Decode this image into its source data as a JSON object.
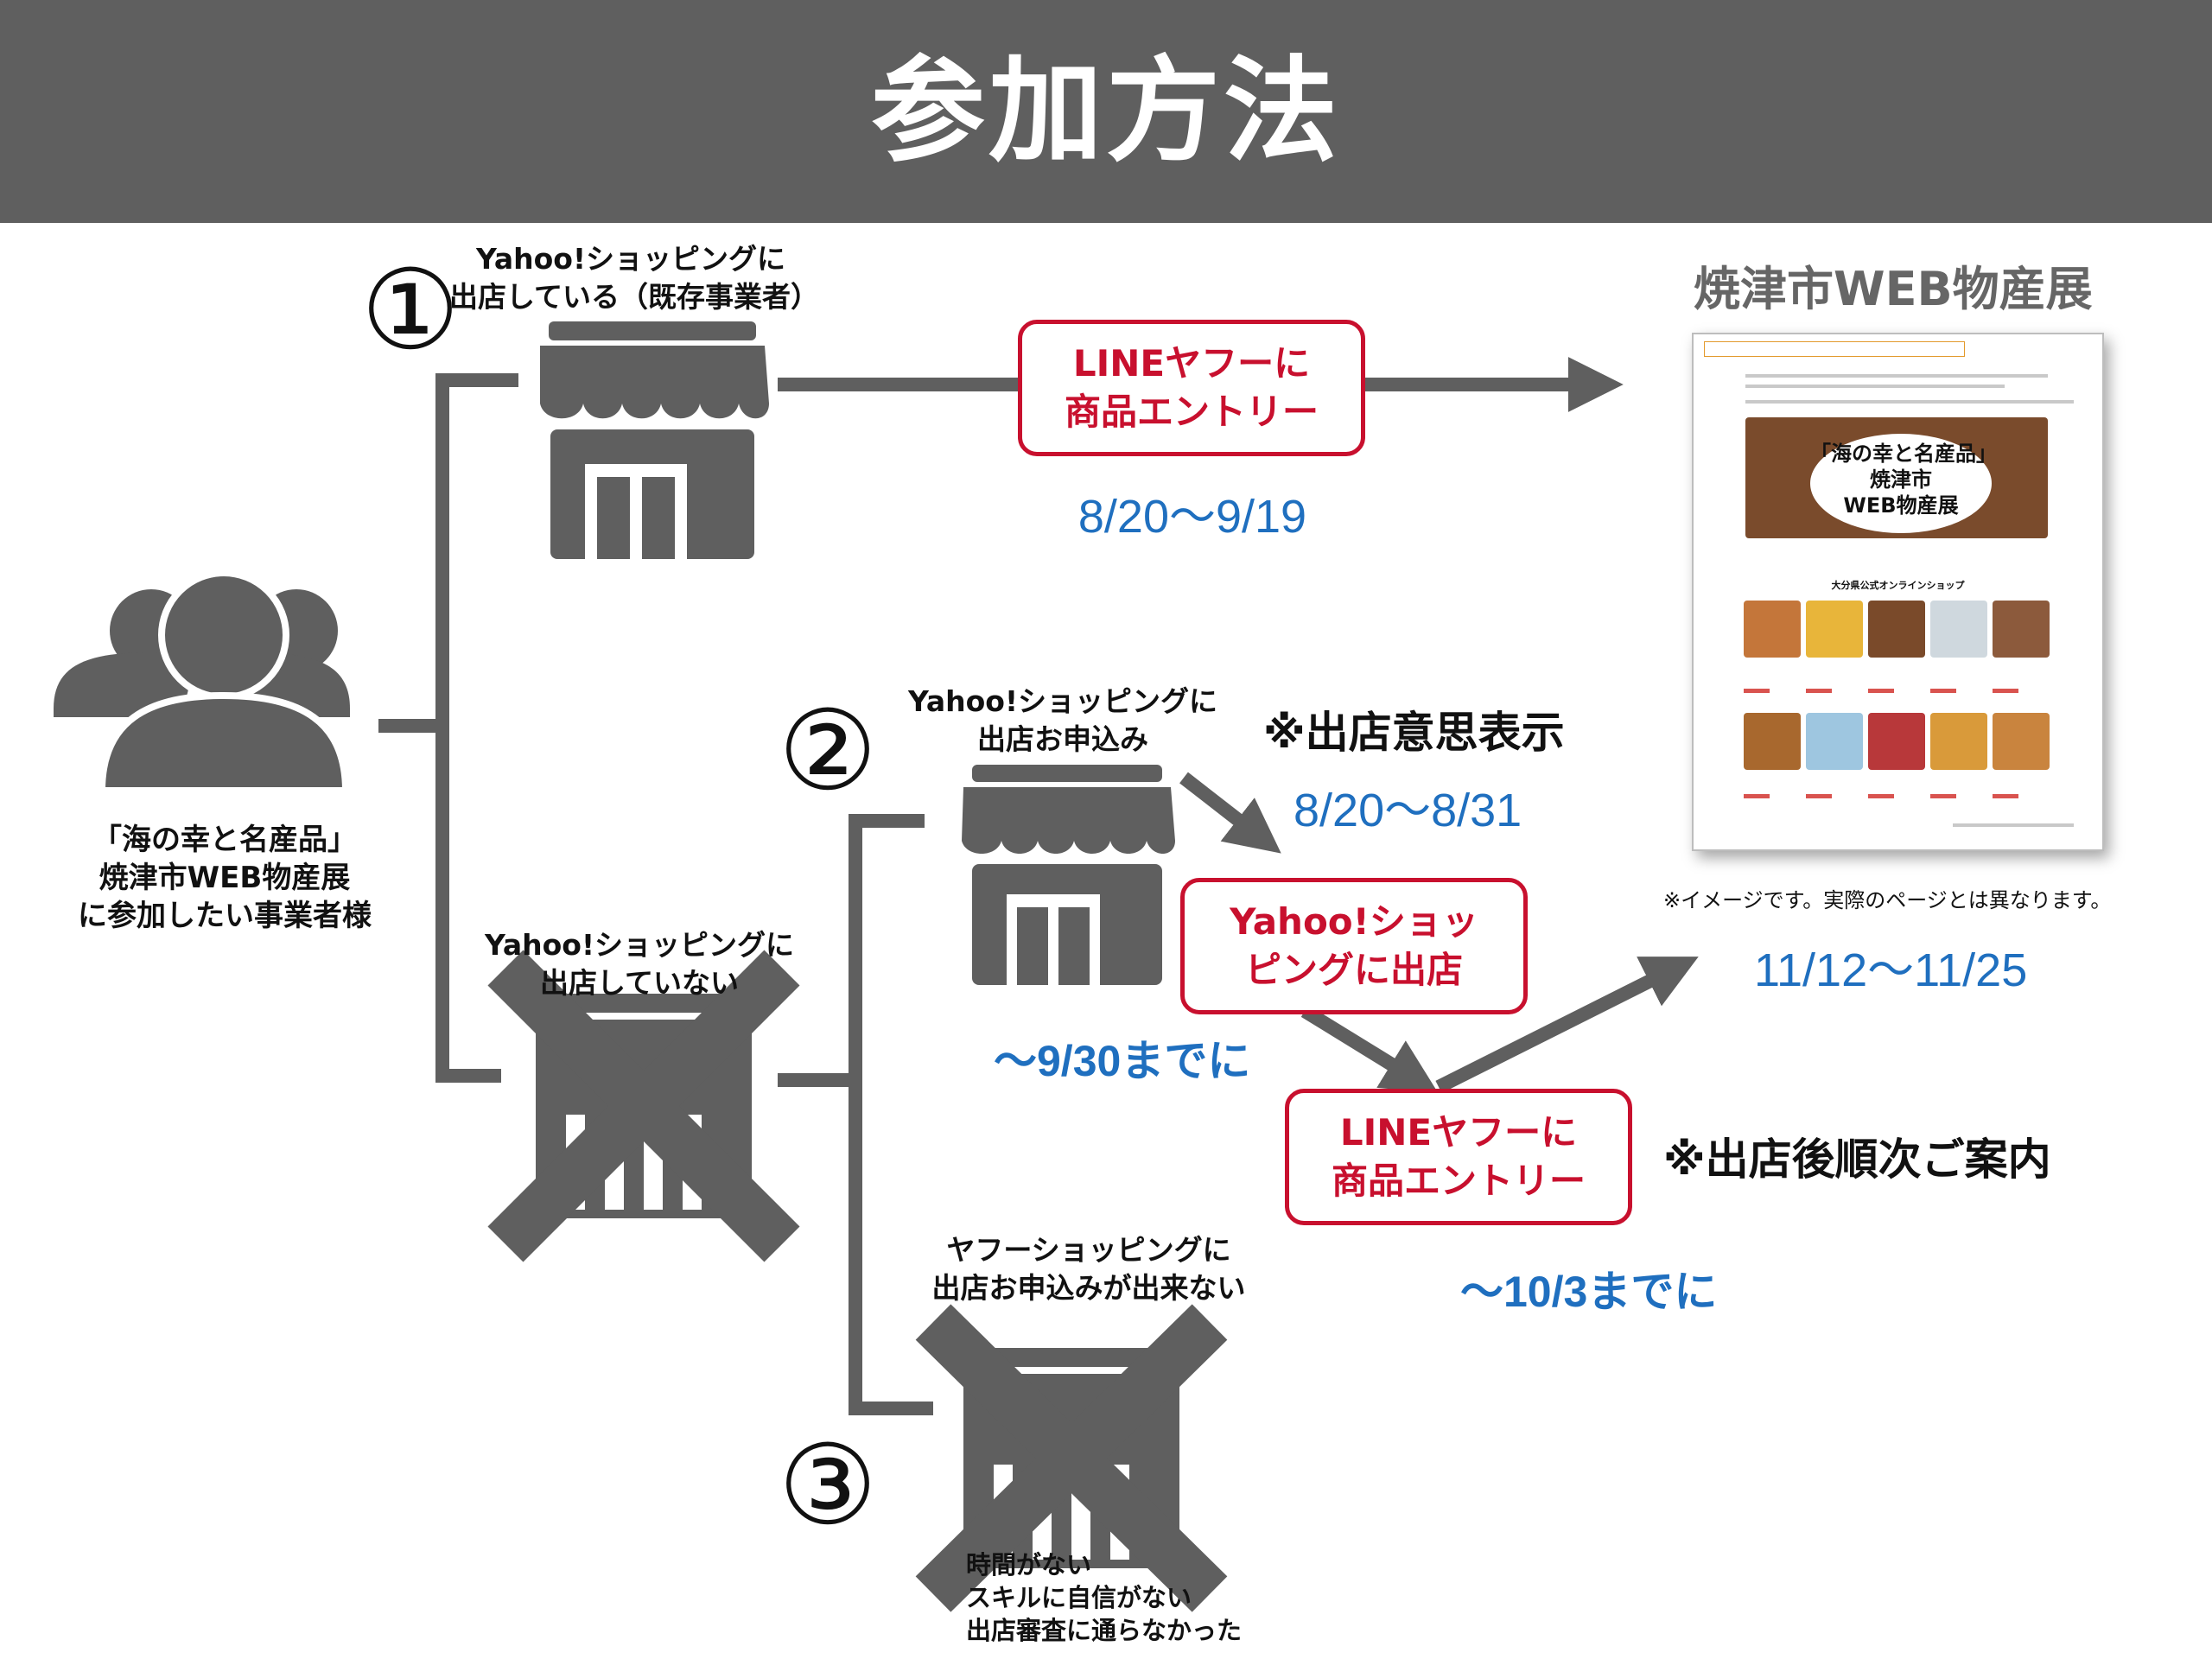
{
  "header": {
    "title": "参加方法"
  },
  "people": {
    "caption_lines": [
      "「海の幸と名産品」",
      "焼津市WEB物産展",
      "に参加したい事業者様"
    ]
  },
  "route1": {
    "number": "①",
    "label_lines": [
      "Yahoo!ショッピングに",
      "出店している（既存事業者）"
    ],
    "box_lines": [
      "LINEヤフーに",
      "商品エントリー"
    ],
    "period": "8/20〜9/19"
  },
  "not_open": {
    "label_lines": [
      "Yahoo!ショッピングに",
      "出店していない"
    ]
  },
  "route2": {
    "number": "②",
    "label_lines": [
      "Yahoo!ショッピングに",
      "出店お申込み"
    ],
    "intent_note": "※出店意思表示",
    "intent_period": "8/20〜8/31",
    "open_box_lines": [
      "Yahoo!ショッ",
      "ピングに出店"
    ],
    "open_deadline": "〜9/30までに",
    "entry_box_lines": [
      "LINEヤフーに",
      "商品エントリー"
    ],
    "entry_note": "※出店後順次ご案内",
    "entry_deadline": "〜10/3までに"
  },
  "route3": {
    "number": "③",
    "label_lines": [
      "ヤフーショッピングに",
      "出店お申込みが出来ない"
    ],
    "reasons": [
      "時間がない",
      "スキルに自信がない",
      "出店審査に通らなかった"
    ]
  },
  "expo": {
    "title": "焼津市WEB物産展",
    "preview_bubble_lines": [
      "「海の幸と名産品」",
      "焼津市",
      "WEB物産展"
    ],
    "preview_shop_title": "大分県公式オンラインショップ",
    "disclaimer": "※イメージです。実際のページとは異なります。",
    "period": "11/12〜11/25"
  },
  "colors": {
    "header_bg": "#5f5f5f",
    "line_gray": "#5f5f5f",
    "accent_red": "#c8102e",
    "date_blue": "#1f6fbf"
  },
  "icons": [
    "people-group-icon",
    "store-icon",
    "store-crossed-icon",
    "arrow-right-icon"
  ]
}
